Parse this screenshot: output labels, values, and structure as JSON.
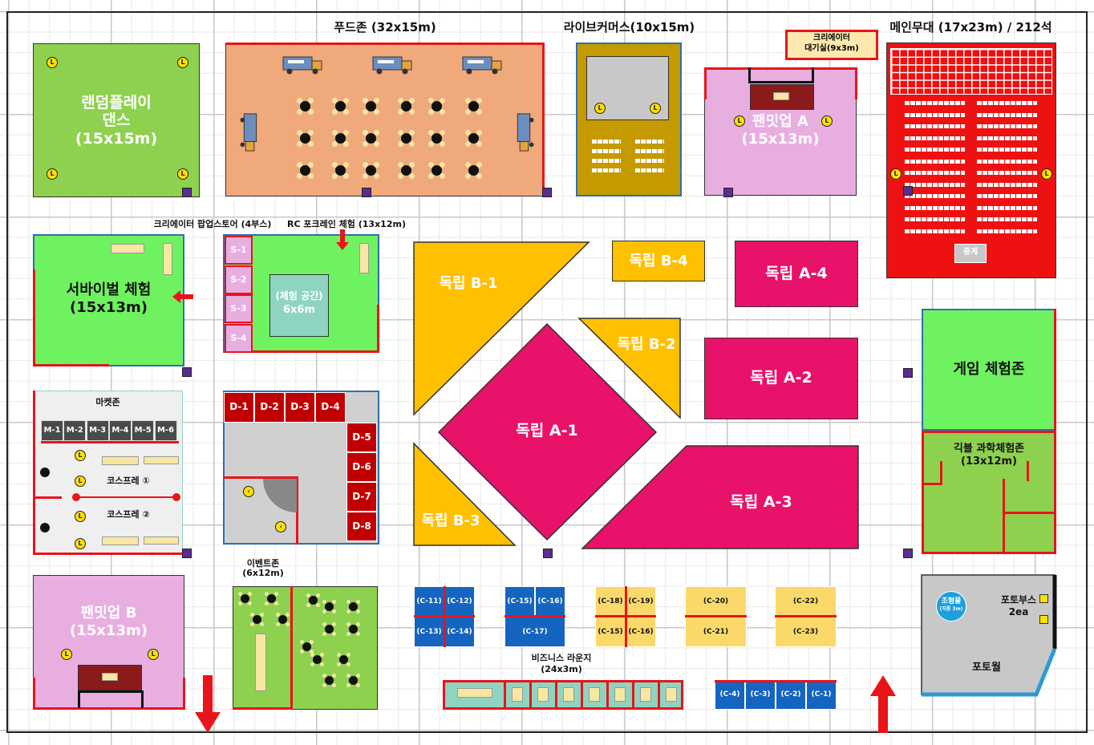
{
  "zones": {
    "random_play": {
      "title": "랜덤플레이",
      "line2": "댄스",
      "size": "(15x15m)"
    },
    "food": {
      "title": "푸드존 (32x15m)"
    },
    "live_commerce": {
      "title": "라이브커머스(10x15m)"
    },
    "creator_waiting": {
      "title": "크리에이터",
      "line2": "대기실(9x3m)"
    },
    "main_stage": {
      "title": "메인무대 (17x23m) / 212석",
      "relay": "중계"
    },
    "fanmeet_a": {
      "title": "팬밋업 A",
      "size": "(15x13m)"
    },
    "survival": {
      "title": "서바이벌 체험",
      "size": "(15x13m)"
    },
    "creator_popup": {
      "title": "크리에이터 팝업스토어 (4부스)"
    },
    "rc_crane": {
      "title": "RC 포크레인 체험 (13x12m)",
      "space": "(체험 공간)",
      "space_size": "6x6m"
    },
    "market": {
      "title": "마켓존",
      "cosplay1": "코스프레 ①",
      "cosplay2": "코스프레 ②"
    },
    "event": {
      "title": "이벤트존",
      "size": "(6x12m)"
    },
    "fanmeet_b": {
      "title": "팬밋업 B",
      "size": "(15x13m)"
    },
    "game": {
      "title": "게임 체험존"
    },
    "geek_science": {
      "title": "긱블 과학체험존",
      "size": "(13x12m)"
    },
    "business_lounge": {
      "title": "비즈니스 라운지",
      "size": "(24x3m)"
    },
    "photo": {
      "sculpture": "조형물",
      "sculpture_size": "(지름 3m)",
      "booth": "포토부스",
      "booth_count": "2ea",
      "wall": "포토월"
    }
  },
  "independent": {
    "b1": "독립 B-1",
    "b2": "독립 B-2",
    "b3": "독립 B-3",
    "b4": "독립 B-4",
    "a1": "독립 A-1",
    "a2": "독립 A-2",
    "a3": "독립 A-3",
    "a4": "독립 A-4"
  },
  "s_booths": [
    "S-1",
    "S-2",
    "S-3",
    "S-4"
  ],
  "d_booths": [
    "D-1",
    "D-2",
    "D-3",
    "D-4",
    "D-5",
    "D-6",
    "D-7",
    "D-8"
  ],
  "m_booths": [
    "M-1",
    "M-2",
    "M-3",
    "M-4",
    "M-5",
    "M-6"
  ],
  "c_booths": [
    "(C-11)",
    "(C-12)",
    "(C-13)",
    "(C-14)",
    "(C-15)",
    "(C-16)",
    "(C-17)",
    "(C-18)",
    "(C-19)",
    "(C-15)",
    "(C-16)",
    "(C-20)",
    "(C-21)",
    "(C-22)",
    "(C-23)",
    "(C-4)",
    "(C-3)",
    "(C-2)",
    "(C-1)"
  ],
  "marker_letter": "L",
  "colors": {
    "green": "#8ed14f",
    "bright_green": "#6ff25f",
    "salmon": "#f0a97b",
    "gold": "#c49a00",
    "pink": "#e8aee0",
    "red": "#ee1111",
    "yellow": "#ffc000",
    "magenta": "#e8126b",
    "dark_red": "#c00000",
    "blue": "#1565c0",
    "light_yellow": "#fad96a",
    "teal": "#8fd4c0"
  }
}
